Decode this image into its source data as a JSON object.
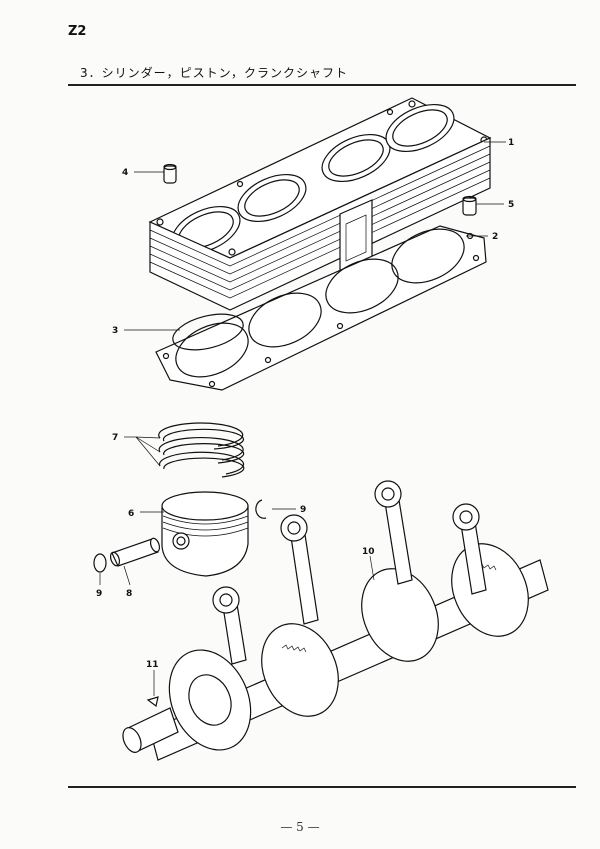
{
  "header": {
    "model": "Z2",
    "section_title": "3．シリンダー，ピストン，クランクシャフト"
  },
  "footer": {
    "page": "— 5 —"
  },
  "callouts": [
    {
      "id": "c1",
      "label": "1"
    },
    {
      "id": "c2",
      "label": "2"
    },
    {
      "id": "c3",
      "label": "3"
    },
    {
      "id": "c4",
      "label": "4"
    },
    {
      "id": "c5",
      "label": "5"
    },
    {
      "id": "c6",
      "label": "6"
    },
    {
      "id": "c7",
      "label": "7"
    },
    {
      "id": "c8",
      "label": "8"
    },
    {
      "id": "c9a",
      "label": "9"
    },
    {
      "id": "c9b",
      "label": "9"
    },
    {
      "id": "c10",
      "label": "10"
    },
    {
      "id": "c11",
      "label": "11"
    }
  ]
}
